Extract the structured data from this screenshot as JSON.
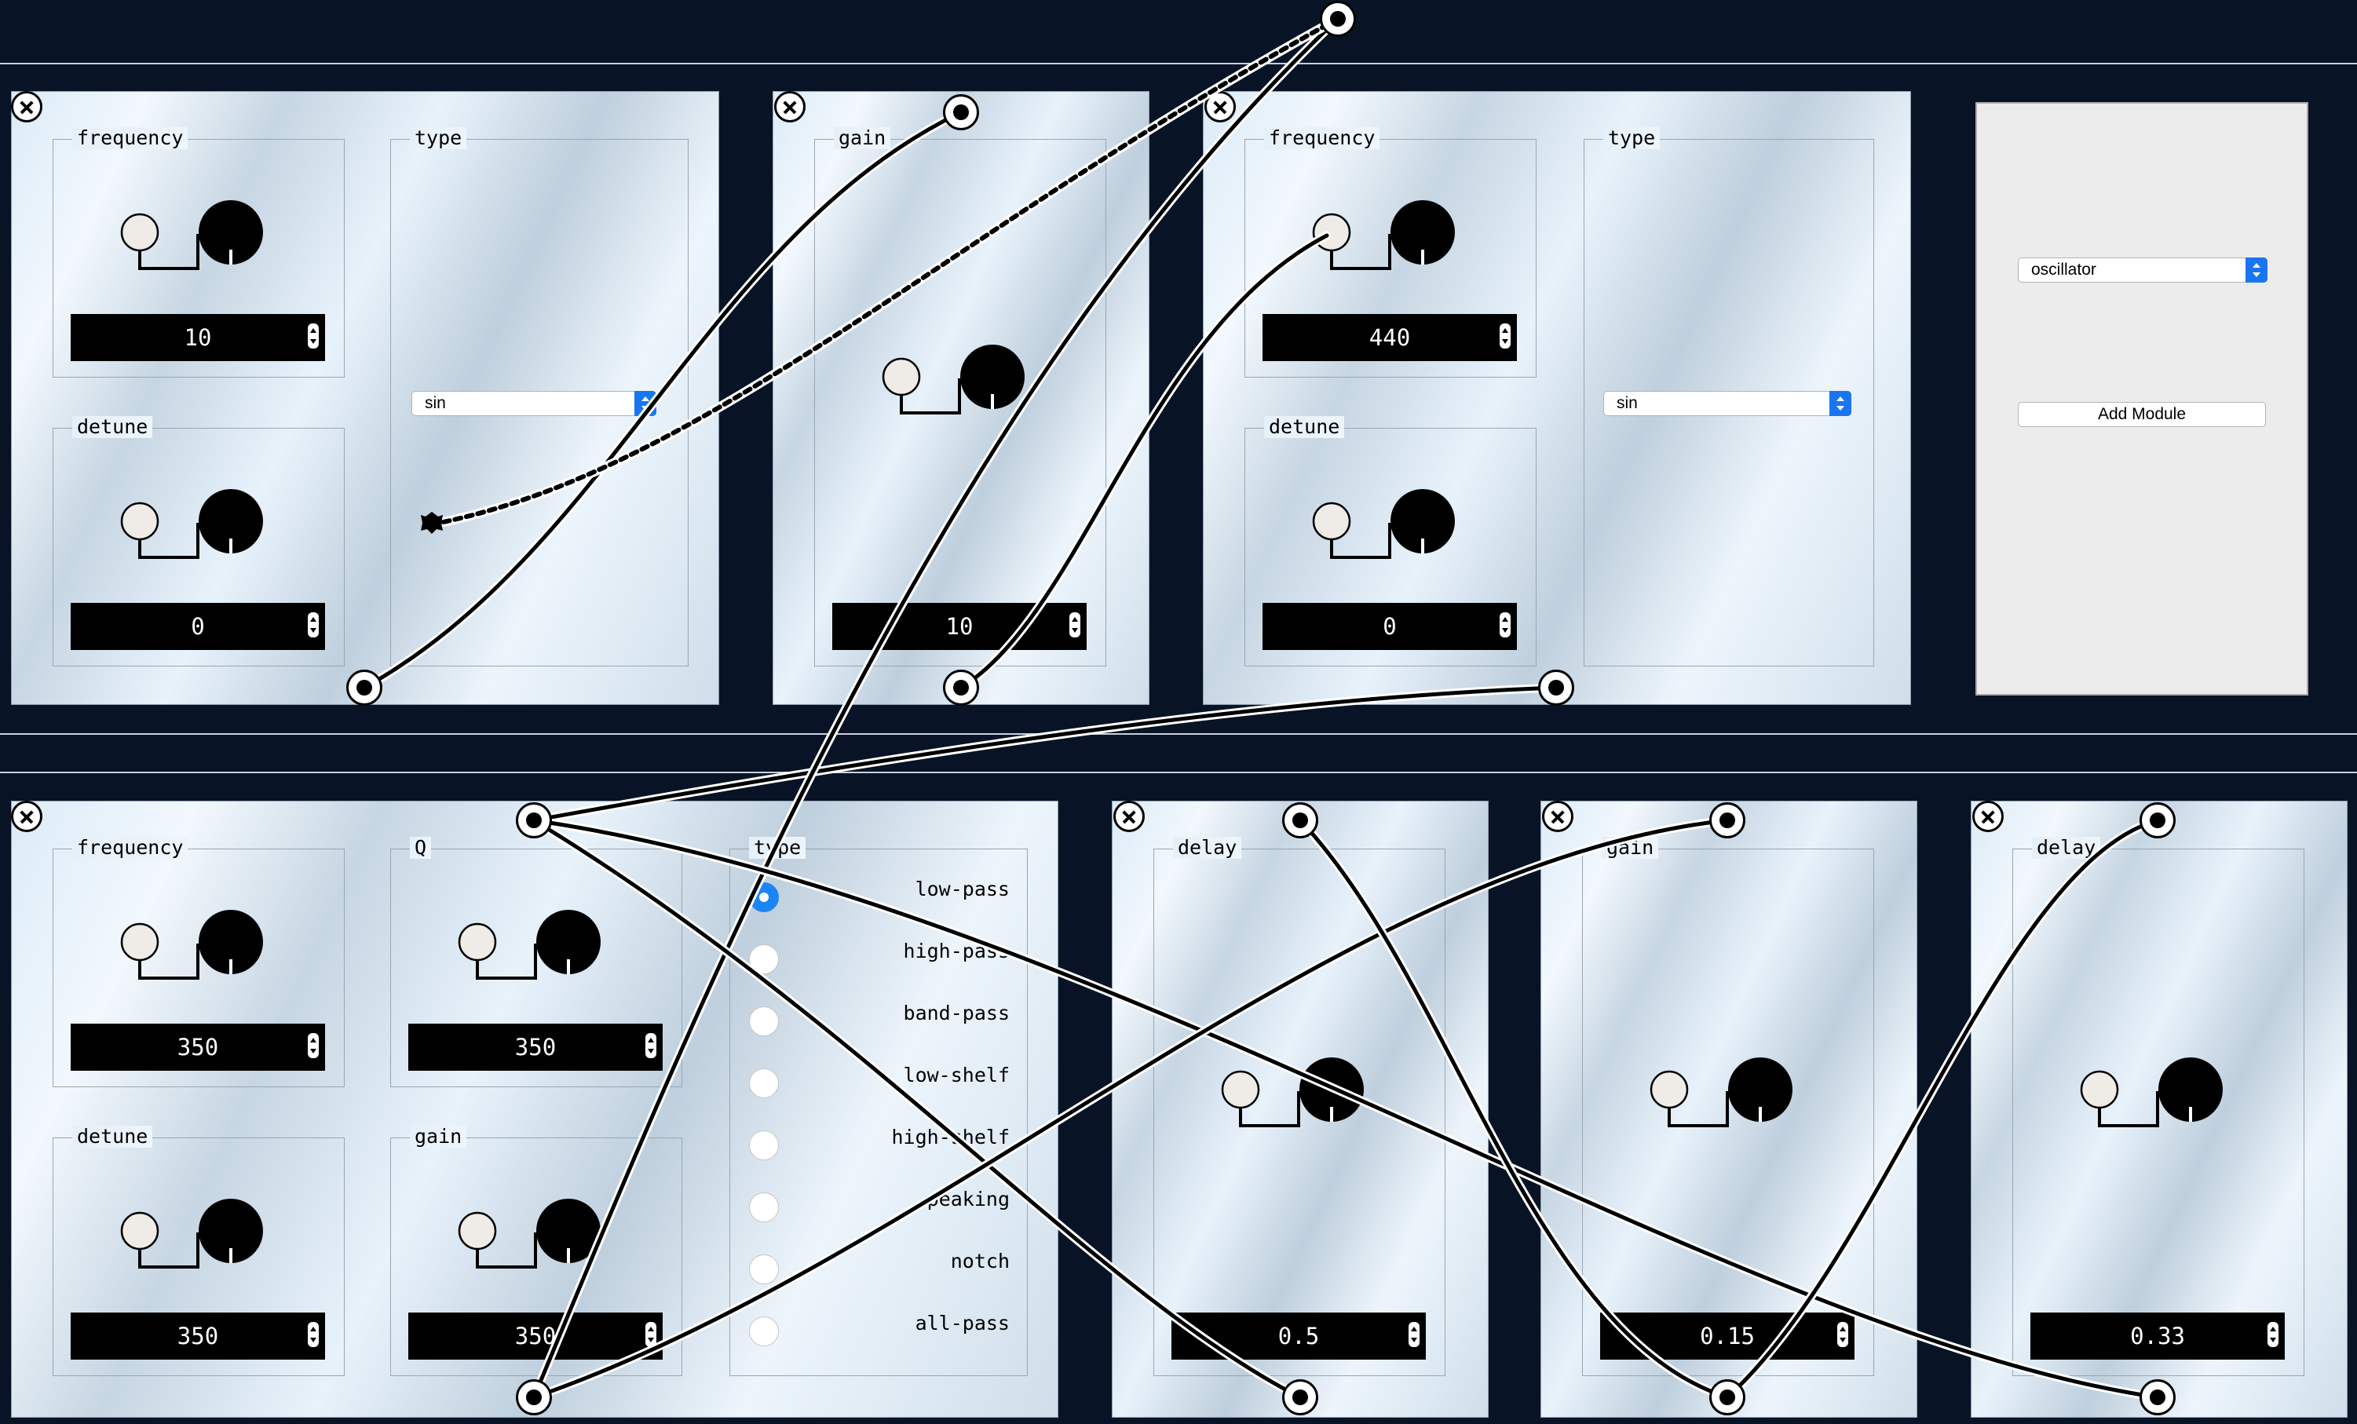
{
  "modules": {
    "osc1": {
      "frequency": {
        "label": "frequency",
        "value": "10"
      },
      "detune": {
        "label": "detune",
        "value": "0"
      },
      "type": {
        "label": "type",
        "selected": "sin"
      }
    },
    "gain1": {
      "gain": {
        "label": "gain",
        "value": "10"
      }
    },
    "osc2": {
      "frequency": {
        "label": "frequency",
        "value": "440"
      },
      "detune": {
        "label": "detune",
        "value": "0"
      },
      "type": {
        "label": "type",
        "selected": "sin"
      }
    },
    "filter1": {
      "frequency": {
        "label": "frequency",
        "value": "350"
      },
      "q": {
        "label": "Q",
        "value": "350"
      },
      "detune": {
        "label": "detune",
        "value": "350"
      },
      "gain": {
        "label": "gain",
        "value": "350"
      },
      "type": {
        "label": "type",
        "options": [
          "low-pass",
          "high-pass",
          "band-pass",
          "low-shelf",
          "high-shelf",
          "peaking",
          "notch",
          "all-pass"
        ],
        "selected_index": 0
      }
    },
    "delay1": {
      "delay": {
        "label": "delay",
        "value": "0.5"
      }
    },
    "gain2": {
      "gain": {
        "label": "gain",
        "value": "0.15"
      }
    },
    "delay2": {
      "delay": {
        "label": "delay",
        "value": "0.33"
      }
    }
  },
  "add_panel": {
    "module_select": "oscillator",
    "add_button": "Add Module"
  },
  "colors": {
    "background": "#081426",
    "wire": "#000000",
    "wire_outline": "#ffffff",
    "radio_selected": "#1d84f5",
    "select_arrow": "#1976f0"
  }
}
